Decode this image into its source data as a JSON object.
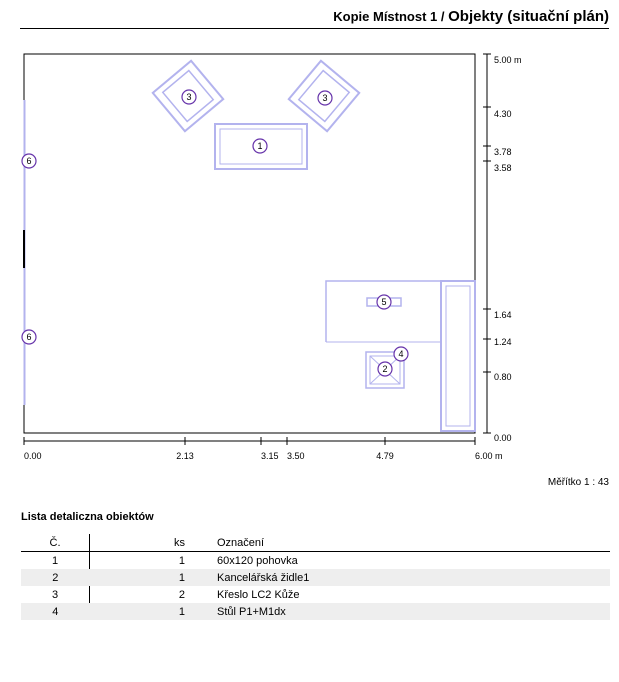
{
  "header": {
    "room": "Kopie Místnost 1",
    "separator": " / ",
    "view": "Objekty (situační plán)"
  },
  "plan": {
    "x_axis": [
      "0.00",
      "2.13",
      "3.15",
      "3.50",
      "4.79",
      "6.00 m"
    ],
    "y_axis": [
      "5.00 m",
      "4.30",
      "3.78",
      "3.58",
      "1.64",
      "1.24",
      "0.80",
      "0.00"
    ],
    "markers": [
      "1",
      "2",
      "3",
      "3",
      "4",
      "5",
      "6",
      "6"
    ],
    "line_color": "#b3b3ee",
    "marker_color": "#6633aa"
  },
  "scale": "Měřítko 1 : 43",
  "list": {
    "title": "Lista detaliczna obiektów",
    "columns": [
      "Č.",
      "ks",
      "Označení"
    ],
    "rows": [
      {
        "no": "1",
        "ks": "1",
        "name": "60x120 pohovka"
      },
      {
        "no": "2",
        "ks": "1",
        "name": "Kancelářská židle1"
      },
      {
        "no": "3",
        "ks": "2",
        "name": "Křeslo LC2 Kůže"
      },
      {
        "no": "4",
        "ks": "1",
        "name": "Stůl P1+M1dx"
      }
    ]
  }
}
